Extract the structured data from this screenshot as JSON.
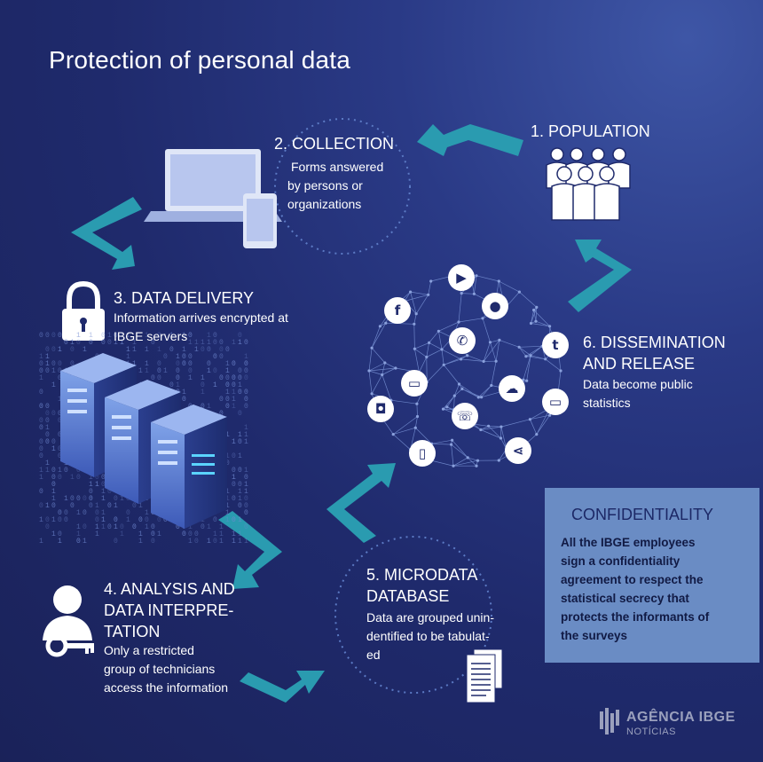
{
  "title": "Protection of personal data",
  "steps": {
    "population": {
      "title": "1. POPULATION"
    },
    "collection": {
      "title": "2. COLLECTION",
      "desc_lines": [
        "Forms answered",
        "by persons or",
        "organizations"
      ]
    },
    "delivery": {
      "title": "3. DATA DELIVERY",
      "desc_lines": [
        "Information arrives encrypted at",
        "IBGE servers"
      ]
    },
    "analysis": {
      "title_lines": [
        "4. ANALYSIS AND",
        "DATA INTERPRE-",
        "TATION"
      ],
      "desc_lines": [
        "Only a restricted",
        "group of technicians",
        "access the information"
      ]
    },
    "microdata": {
      "title_lines": [
        "5. MICRODATA",
        "DATABASE"
      ],
      "desc_lines": [
        "Data are grouped unin-",
        "dentified to be tabulat-",
        "ed"
      ]
    },
    "dissemination": {
      "title_lines": [
        "6. DISSEMINATION",
        "AND RELEASE"
      ],
      "desc_lines": [
        "Data become public",
        "statistics"
      ]
    }
  },
  "confidentiality": {
    "title": "CONFIDENTIALITY",
    "text_lines": [
      "All the IBGE employees",
      "sign a confidentiality",
      "agreement to respect the",
      "statistical secrecy that",
      "protects the informants of",
      "the surveys"
    ]
  },
  "logo": {
    "name": "AGÊNCIA IBGE",
    "sub": "NOTÍCIAS"
  },
  "network_icons": [
    "youtube-icon",
    "facebook-icon",
    "group-icon",
    "whatsapp-icon",
    "tumblr-icon",
    "monitor-icon",
    "cloud-download-icon",
    "instagram-icon",
    "phone-call-icon",
    "tv-icon",
    "share-icon",
    "mobile-icon"
  ],
  "colors": {
    "accent": "#2a9bb0",
    "box": "#6a8cc4",
    "text": "#ffffff"
  }
}
